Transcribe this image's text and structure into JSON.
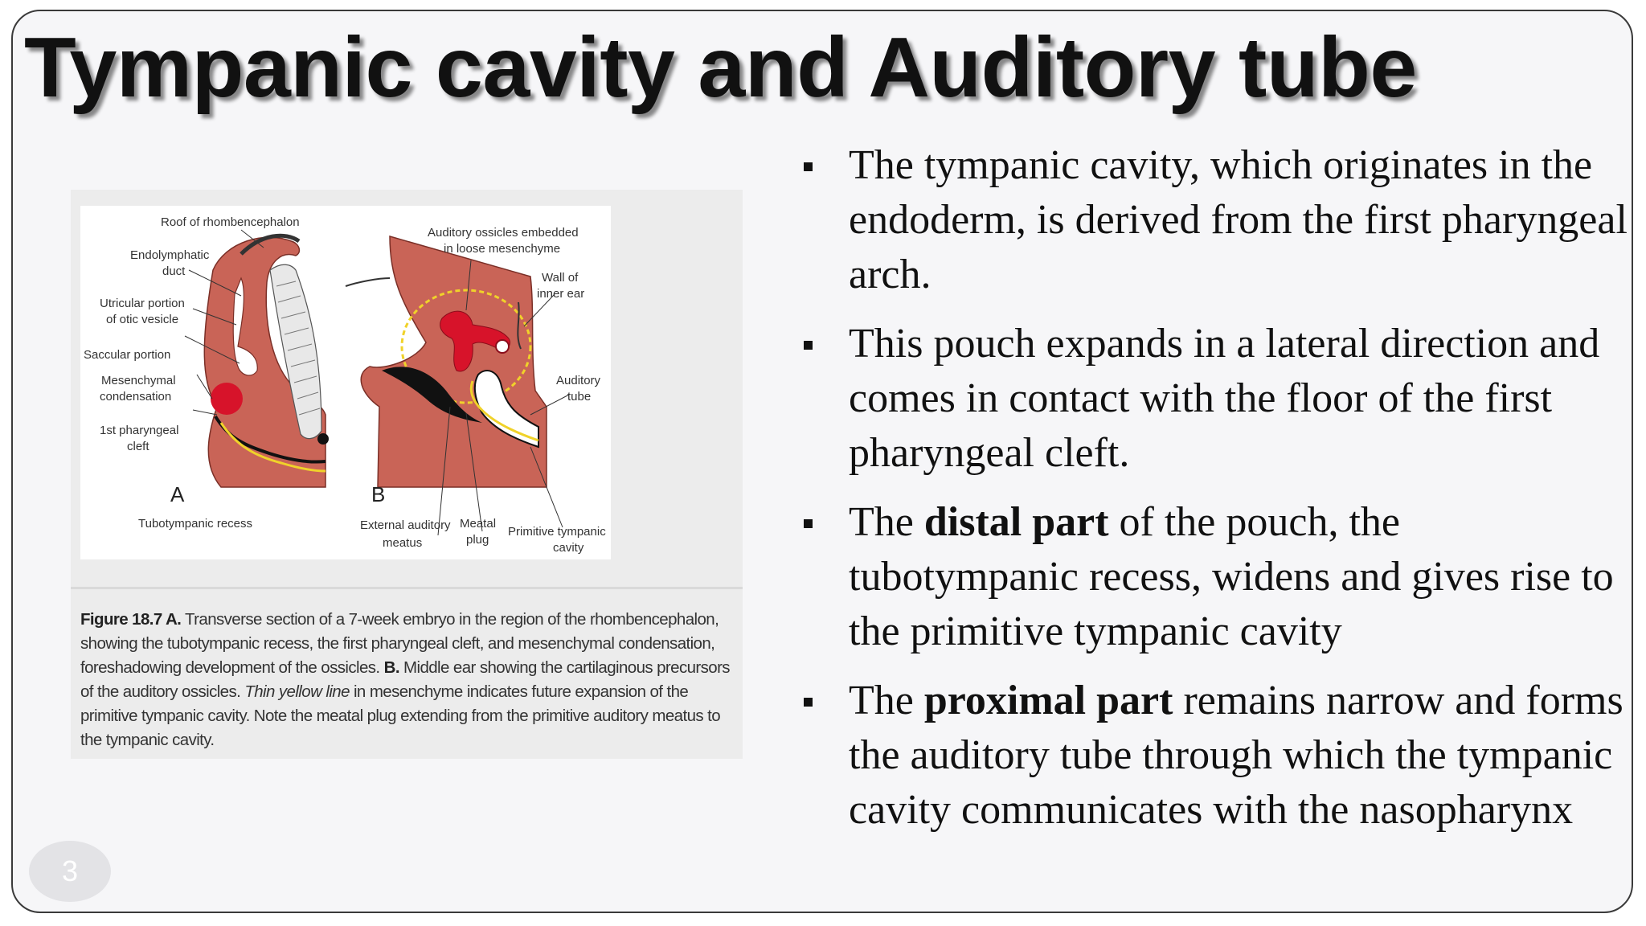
{
  "title": "Tympanic cavity and Auditory tube",
  "figure": {
    "labels_a": {
      "roof": "Roof of rhombencephalon",
      "endolymphatic_1": "Endolymphatic",
      "endolymphatic_2": "duct",
      "utricular_1": "Utricular portion",
      "utricular_2": "of otic vesicle",
      "saccular": "Saccular portion",
      "mesenchymal_1": "Mesenchymal",
      "mesenchymal_2": "condensation",
      "pharyngeal_1": "1st pharyngeal",
      "pharyngeal_2": "cleft",
      "letter": "A",
      "tubotympanic": "Tubotympanic recess"
    },
    "labels_b": {
      "ossicles_1": "Auditory ossicles embedded",
      "ossicles_2": "in loose mesenchyme",
      "wall_1": "Wall of",
      "wall_2": "inner ear",
      "auditory_1": "Auditory",
      "auditory_2": "tube",
      "letter": "B",
      "external_1": "External auditory",
      "external_2": "meatus",
      "meatal_1": "Meatal",
      "meatal_2": "plug",
      "primitive_1": "Primitive tympanic",
      "primitive_2": "cavity"
    },
    "caption": {
      "figure_label": "Figure 18.7 A.",
      "text_a": " Transverse section of a 7-week embryo in the region of the rhombencephalon, showing the tubotympanic recess, the first pharyngeal cleft, and mesenchymal condensation, foreshadowing development of the ossicles. ",
      "b_label": "B.",
      "text_b": " Middle ear showing the cartilaginous precursors of the auditory ossicles. ",
      "italic_text": "Thin yellow line",
      "text_c": " in mesenchyme indicates future expansion of the primitive tympanic cavity. Note the meatal plug extending from the primitive auditory meatus to the tympanic cavity."
    },
    "colors": {
      "tissue": "#c96457",
      "tissue_dark": "#a94a3f",
      "condensation": "#d7132a",
      "yellow_line": "#f0d22a",
      "black": "#111111"
    }
  },
  "bullets": [
    {
      "parts": [
        {
          "text": "The tympanic cavity, which originates in the endoderm, is derived from the first pharyngeal arch.",
          "bold": false
        }
      ]
    },
    {
      "parts": [
        {
          "text": " This pouch expands in a lateral direction and comes in contact with the floor of the first pharyngeal cleft.",
          "bold": false
        }
      ]
    },
    {
      "parts": [
        {
          "text": "The ",
          "bold": false
        },
        {
          "text": "distal part",
          "bold": true
        },
        {
          "text": " of the pouch, the tubotympanic recess, widens and gives rise to the primitive tympanic cavity",
          "bold": false
        }
      ]
    },
    {
      "parts": [
        {
          "text": " The ",
          "bold": false
        },
        {
          "text": "proximal part",
          "bold": true
        },
        {
          "text": " remains narrow and forms the auditory tube through which the tympanic cavity communicates with the nasopharynx",
          "bold": false
        }
      ]
    }
  ],
  "slide_number": "3"
}
